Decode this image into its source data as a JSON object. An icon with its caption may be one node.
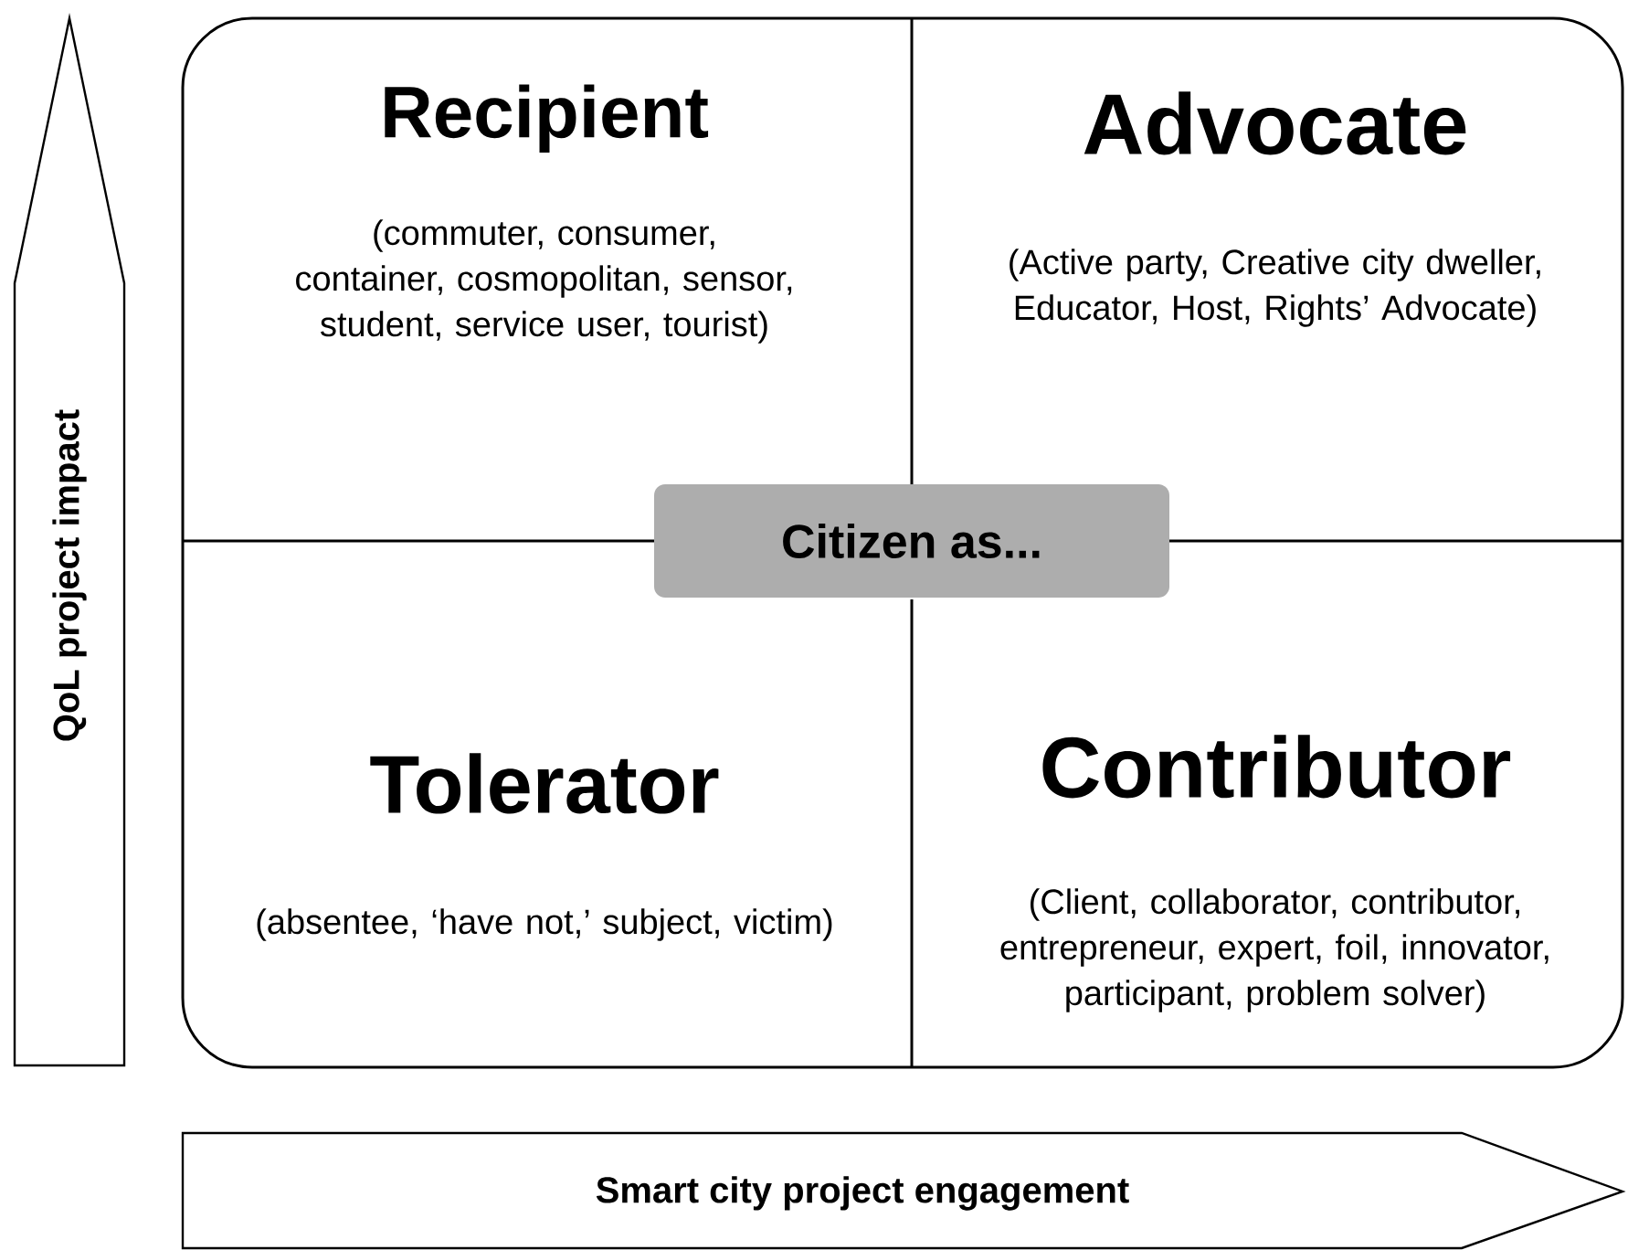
{
  "diagram": {
    "nodes": [
      {
        "text": [
          "Recipient",
          "(commuter, consumer, container, cosmopolitan, sensor, student, service user, tourist)"
        ]
      },
      {
        "text": [
          "Advocate",
          "(Active party, Creative city dweller, Educator, Host, Rights’ Advocate)"
        ]
      },
      {
        "text": [
          "Citizen as..."
        ]
      },
      {
        "text": [
          "Tolerator",
          "(absentee, ‘have not,’ subject, victim)"
        ]
      },
      {
        "text": [
          "Contributor",
          "(Client, collaborator, contributor, entrepreneur, expert, foil, innovator, participant, problem solver)"
        ]
      },
      {
        "text": [
          "QoL project impact"
        ]
      },
      {
        "text": [
          "Smart city project engagement"
        ]
      }
    ]
  }
}
